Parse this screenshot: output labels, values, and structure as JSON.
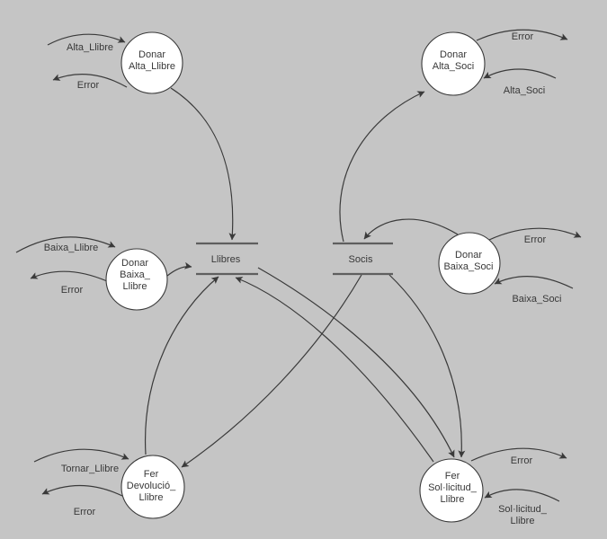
{
  "diagram_type": "data-flow-diagram",
  "colors": {
    "background": "#c5c5c5",
    "line": "#3a3a3a",
    "store_line": "#5f5f5f",
    "node_fill": "#ffffff",
    "text": "#383838"
  },
  "processes": [
    {
      "id": "donar-alta-llibre",
      "lines": [
        "Donar",
        "Alta_Llibre"
      ]
    },
    {
      "id": "donar-alta-soci",
      "lines": [
        "Donar",
        "Alta_Soci"
      ]
    },
    {
      "id": "donar-baixa-llibre",
      "lines": [
        "Donar",
        "Baixa_",
        "Llibre"
      ]
    },
    {
      "id": "donar-baixa-soci",
      "lines": [
        "Donar",
        "Baixa_Soci"
      ]
    },
    {
      "id": "fer-devolucio-llibre",
      "lines": [
        "Fer",
        "Devolució_",
        "Llibre"
      ]
    },
    {
      "id": "fer-sollicitud-llibre",
      "lines": [
        "Fer",
        "Sol·licitud_",
        "Llibre"
      ]
    }
  ],
  "stores": [
    {
      "id": "llibres",
      "label": "Llibres"
    },
    {
      "id": "socis",
      "label": "Socis"
    }
  ],
  "flow_labels": {
    "alta_llibre": "Alta_Llibre",
    "error_top_left": "Error",
    "error_top_right": "Error",
    "alta_soci": "Alta_Soci",
    "baixa_llibre": "Baixa_Llibre",
    "error_mid_left": "Error",
    "error_mid_right": "Error",
    "baixa_soci": "Baixa_Soci",
    "tornar_llibre": "Tornar_Llibre",
    "error_bottom_left": "Error",
    "error_bottom_right": "Error",
    "sollicitud_line1": "Sol·licitud_",
    "sollicitud_line2": "Llibre"
  },
  "edges": [
    {
      "from": "external",
      "label": "Alta_Llibre",
      "to": "Donar Alta_Llibre"
    },
    {
      "from": "Donar Alta_Llibre",
      "label": "Error",
      "to": "external"
    },
    {
      "from": "Donar Alta_Llibre",
      "label": "",
      "to": "Llibres"
    },
    {
      "from": "external",
      "label": "Baixa_Llibre",
      "to": "Donar Baixa_Llibre"
    },
    {
      "from": "Donar Baixa_Llibre",
      "label": "Error",
      "to": "external"
    },
    {
      "from": "Donar Baixa_Llibre",
      "label": "",
      "to": "Llibres"
    },
    {
      "from": "Socis",
      "label": "",
      "to": "Donar Alta_Soci"
    },
    {
      "from": "external",
      "label": "Alta_Soci",
      "to": "Donar Alta_Soci"
    },
    {
      "from": "Donar Alta_Soci",
      "label": "Error",
      "to": "external"
    },
    {
      "from": "Donar Baixa_Soci",
      "label": "",
      "to": "Socis"
    },
    {
      "from": "external",
      "label": "Baixa_Soci",
      "to": "Donar Baixa_Soci"
    },
    {
      "from": "Donar Baixa_Soci",
      "label": "Error",
      "to": "external"
    },
    {
      "from": "external",
      "label": "Tornar_Llibre",
      "to": "Fer Devolució_Llibre"
    },
    {
      "from": "Fer Devolució_Llibre",
      "label": "Error",
      "to": "external"
    },
    {
      "from": "Fer Devolució_Llibre",
      "label": "",
      "to": "Llibres"
    },
    {
      "from": "Socis",
      "label": "",
      "to": "Fer Devolució_Llibre"
    },
    {
      "from": "external",
      "label": "Sol·licitud_Llibre",
      "to": "Fer Sol·licitud_Llibre"
    },
    {
      "from": "Fer Sol·licitud_Llibre",
      "label": "Error",
      "to": "external"
    },
    {
      "from": "Fer Sol·licitud_Llibre",
      "label": "",
      "to": "Llibres"
    },
    {
      "from": "Llibres",
      "label": "",
      "to": "Fer Sol·licitud_Llibre"
    },
    {
      "from": "Socis",
      "label": "",
      "to": "Fer Sol·licitud_Llibre"
    }
  ]
}
